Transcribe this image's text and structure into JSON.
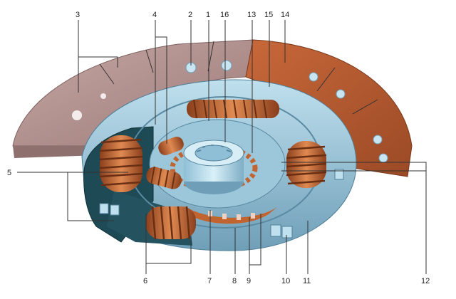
{
  "figure": {
    "kind": "exploded cutaway technical illustration",
    "subject": "clutch driven disc with torsional damper springs",
    "callouts": [
      "1",
      "2",
      "3",
      "4",
      "5",
      "6",
      "7",
      "8",
      "9",
      "10",
      "11",
      "12",
      "13",
      "14",
      "15",
      "16"
    ],
    "colors": {
      "lining_left": "#b3918f",
      "lining_right": "#b55a32",
      "hub_metal": "#a9cfe0",
      "plate_metal": "#7faec6",
      "springs": "#c1642f",
      "dark_plate": "#1e4a55",
      "line": "#333333"
    }
  }
}
